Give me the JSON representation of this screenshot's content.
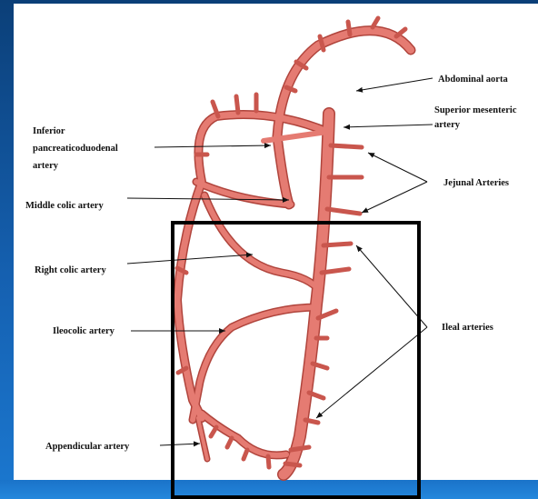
{
  "labels": {
    "abdominal_aorta": "Abdominal aorta",
    "superior_mesenteric_1": "Superior mesenteric",
    "superior_mesenteric_2": "artery",
    "inferior_panc_1": "Inferior",
    "inferior_panc_2": "pancreaticoduodenal",
    "inferior_panc_3": "artery",
    "jejunal": "Jejunal Arteries",
    "middle_colic": "Middle colic artery",
    "right_colic": "Right colic artery",
    "ileocolic": "Ileocolic artery",
    "ileal": "Ileal arteries",
    "appendicular": "Appendicular artery"
  },
  "colors": {
    "vessel": "#e57b72",
    "vessel_outline": "#b0443c",
    "highlight_box": "#000000",
    "background": "#0b3f78"
  }
}
